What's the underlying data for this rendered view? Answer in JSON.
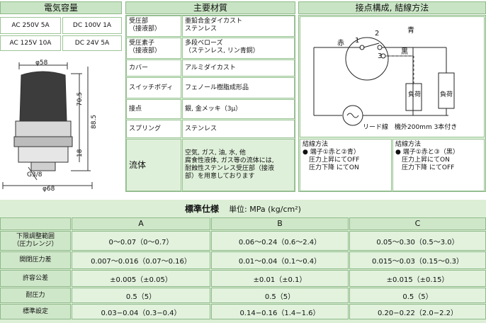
{
  "rating": {
    "title": "電気容量",
    "items": [
      "AC 250V 5A",
      "DC 100V 1A",
      "AC 125V 10A",
      "DC 24V 5A"
    ]
  },
  "drawing": {
    "dim_phi58": "φ58",
    "dim_705": "70.5",
    "dim_885": "88.5",
    "dim_18": "18",
    "dim_g38": "G3/8",
    "dim_phi68": "φ68"
  },
  "materials": {
    "title": "主要材質",
    "rows": [
      {
        "label": "受圧部\n（接液部）",
        "value": "亜鉛合金ダイカスト\nステンレス"
      },
      {
        "label": "受圧素子\n（接液部）",
        "value": "多段ベローズ\n（ステンレス, リン青銅）"
      },
      {
        "label": "カバー",
        "value": "アルミダイカスト"
      },
      {
        "label": "スイッチボディ",
        "value": "フェノール樹脂成形品"
      },
      {
        "label": "接点",
        "value": "銀, 金メッキ（3μ）"
      },
      {
        "label": "スプリング",
        "value": "ステンレス"
      },
      {
        "label": "流体",
        "value": "空気, ガス, 油, 水, 他\n腐食性液体, ガス等の流体には,\n耐蝕性ステンレス受圧部（接液\n部）を用意しております"
      }
    ]
  },
  "wiring": {
    "title": "接点構成, 結線方法",
    "label_red": "赤",
    "label_blue": "青",
    "label_black": "黒",
    "t1": "1",
    "t2": "2",
    "t3": "3",
    "load1": "負荷",
    "load2": "負荷",
    "lead": "リード線　機外200mm 3本付き",
    "method1": "結線方法\n● 端子①赤と②青）\n　圧力上昇にてOFF\n　圧力下降 にてON",
    "method2": "結線方法\n● 端子①赤と③（黒）\n　圧力上昇にてON\n　圧力下降 にてOFF"
  },
  "spec": {
    "title": "標準仕様",
    "unit": "単位: MPa (kg/cm²)",
    "columns": [
      "A",
      "B",
      "C"
    ],
    "rows": [
      {
        "label": "下限調整範囲\n（圧力レンジ）",
        "values": [
          "0〜0.07（0〜0.7）",
          "0.06〜0.24（0.6〜2.4）",
          "0.05〜0.30（0.5〜3.0）"
        ]
      },
      {
        "label": "開閉圧力差",
        "values": [
          "0.007〜0.016（0.07〜0.16）",
          "0.01〜0.04（0.1〜0.4）",
          "0.015〜0.03（0.15〜0.3）"
        ]
      },
      {
        "label": "許容公差",
        "values": [
          "±0.005（±0.05）",
          "±0.01（±0.1）",
          "±0.015（±0.15）"
        ]
      },
      {
        "label": "耐圧力",
        "values": [
          "0.5（5）",
          "0.5（5）",
          "0.5（5）"
        ]
      },
      {
        "label": "標準設定",
        "values": [
          "0.03−0.04（0.3−0.4）",
          "0.14−0.16（1.4−1.6）",
          "0.20−0.22（2.0−2.2）"
        ]
      }
    ]
  }
}
